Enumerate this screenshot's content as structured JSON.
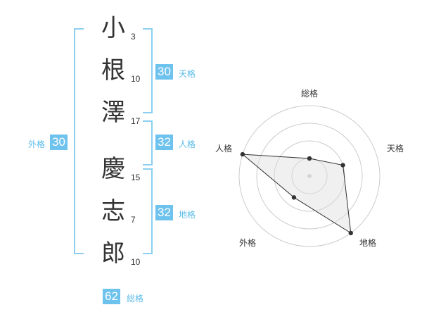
{
  "name_chars": [
    {
      "char": "小",
      "strokes": "3"
    },
    {
      "char": "根",
      "strokes": "10"
    },
    {
      "char": "澤",
      "strokes": "17"
    },
    {
      "char": "慶",
      "strokes": "15"
    },
    {
      "char": "志",
      "strokes": "7"
    },
    {
      "char": "郎",
      "strokes": "10"
    }
  ],
  "scores": {
    "tenkaku": {
      "value": "30",
      "label": "天格"
    },
    "jinkaku": {
      "value": "32",
      "label": "人格"
    },
    "chikaku": {
      "value": "32",
      "label": "地格"
    },
    "gaikaku": {
      "value": "30",
      "label": "外格"
    },
    "soukaku": {
      "value": "62",
      "label": "総格"
    }
  },
  "colors": {
    "badge": "#6ec2ee",
    "bracket": "#8ccff0",
    "label": "#5bbbe8"
  },
  "chart_data": {
    "type": "radar",
    "axes": [
      "総格",
      "天格",
      "地格",
      "外格",
      "人格"
    ],
    "max": 4,
    "values": [
      1,
      2,
      4,
      1.5,
      4
    ]
  }
}
